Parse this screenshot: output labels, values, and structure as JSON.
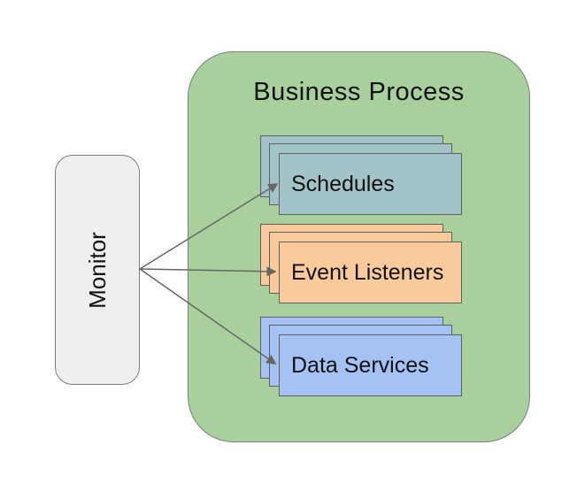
{
  "container": {
    "title": "Business Process"
  },
  "monitor": {
    "label": "Monitor"
  },
  "stacks": [
    {
      "id": "schedules",
      "label": "Schedules",
      "fill": "#a2c4c9"
    },
    {
      "id": "event-listeners",
      "label": "Event Listeners",
      "fill": "#f9cb9c"
    },
    {
      "id": "data-services",
      "label": "Data Services",
      "fill": "#a4c2f4"
    }
  ],
  "arrows": [
    {
      "from": "monitor",
      "to": "schedules"
    },
    {
      "from": "monitor",
      "to": "event-listeners"
    },
    {
      "from": "monitor",
      "to": "data-services"
    }
  ],
  "colors": {
    "background": "#ffffff",
    "container_fill": "#a9d09c",
    "container_border": "#7d7d7d",
    "monitor_fill": "#efefef",
    "monitor_border": "#7d7d7d",
    "card_border": "#5f5f5f",
    "arrow": "#666666",
    "text": "#111111"
  }
}
